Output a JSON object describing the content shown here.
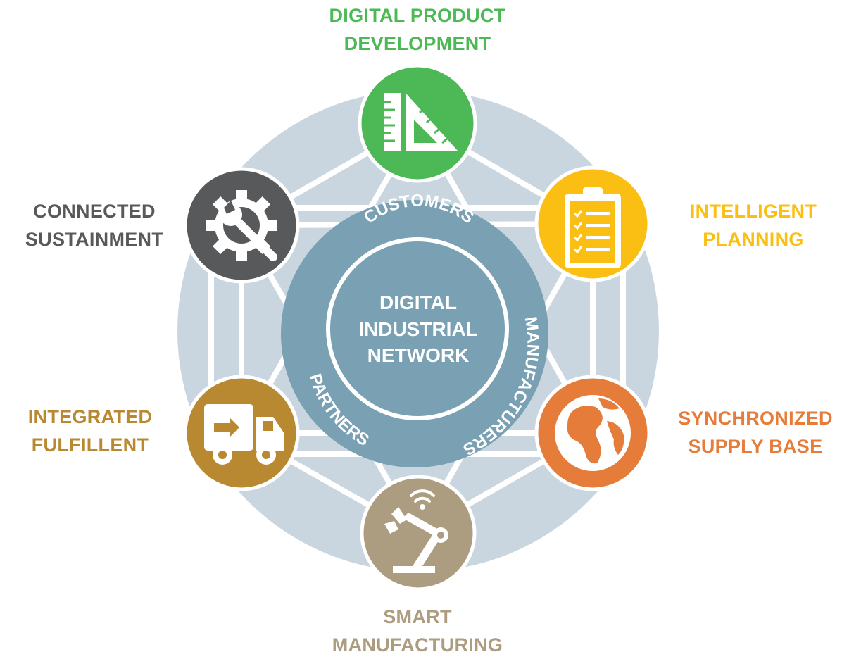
{
  "center": {
    "lines": [
      "DIGITAL",
      "INDUSTRIAL",
      "NETWORK"
    ],
    "ring_labels": {
      "customers": "CUSTOMERS",
      "manufacturers": "MANUFACTURERS",
      "partners": "PARTNERS"
    }
  },
  "nodes": [
    {
      "id": "digital-product-development",
      "lines": [
        "DIGITAL PRODUCT",
        "DEVELOPMENT"
      ],
      "color": "#4db856",
      "icon": "ruler-triangle-icon"
    },
    {
      "id": "intelligent-planning",
      "lines": [
        "INTELLIGENT",
        "PLANNING"
      ],
      "color": "#fbbf14",
      "icon": "clipboard-checklist-icon"
    },
    {
      "id": "synchronized-supply-base",
      "lines": [
        "SYNCHRONIZED",
        "SUPPLY BASE"
      ],
      "color": "#e67c3a",
      "icon": "globe-icon"
    },
    {
      "id": "smart-manufacturing",
      "lines": [
        "SMART",
        "MANUFACTURING"
      ],
      "color": "#ac9c80",
      "icon": "robot-arm-icon"
    },
    {
      "id": "integrated-fulfillent",
      "lines": [
        "INTEGRATED",
        "FULFILLENT"
      ],
      "color": "#b88930",
      "icon": "delivery-truck-icon"
    },
    {
      "id": "connected-sustainment",
      "lines": [
        "CONNECTED",
        "SUSTAINMENT"
      ],
      "color": "#58595b",
      "icon": "gear-wrench-icon"
    }
  ]
}
